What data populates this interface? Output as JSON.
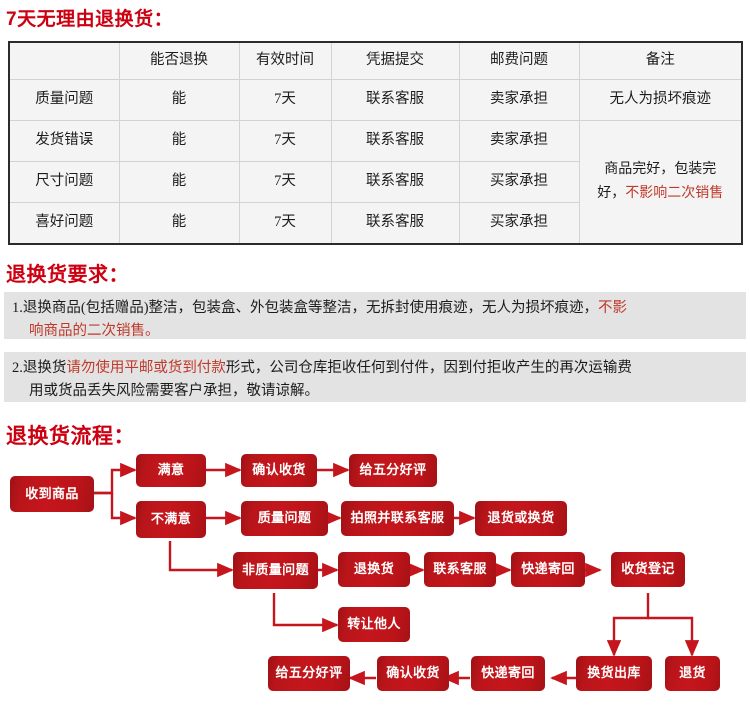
{
  "sections": {
    "policy_title": "7天无理由退换货：",
    "requirements_title": "退换货要求：",
    "flow_title": "退换货流程："
  },
  "policy_table": {
    "headers": [
      "",
      "能否退换",
      "有效时间",
      "凭据提交",
      "邮费问题",
      "备注"
    ],
    "rows": [
      {
        "reason": "质量问题",
        "returnable": "能",
        "valid_time": "7天",
        "proof": "联系客服",
        "shipping_fee": "卖家承担",
        "note": "无人为损坏痕迹"
      },
      {
        "reason": "发货错误",
        "returnable": "能",
        "valid_time": "7天",
        "proof": "联系客服",
        "shipping_fee": "卖家承担"
      },
      {
        "reason": "尺寸问题",
        "returnable": "能",
        "valid_time": "7天",
        "proof": "联系客服",
        "shipping_fee": "买家承担"
      },
      {
        "reason": "喜好问题",
        "returnable": "能",
        "valid_time": "7天",
        "proof": "联系客服",
        "shipping_fee": "买家承担"
      }
    ],
    "merged_note": {
      "black_part": "商品完好，包装完好，",
      "red_part": "不影响二次销售"
    }
  },
  "requirements": [
    {
      "number": "1.",
      "line1_black": "退换商品(包括赠品)整洁，包装盒、外包装盒等整洁，无拆封使用痕迹，无人为损坏痕迹，",
      "line1_red_tail": "不影",
      "line2_red": "响商品的二次销售。"
    },
    {
      "number": "2.",
      "line1_black_a": "退换货",
      "line1_red": "请勿使用平邮或货到付款",
      "line1_black_b": "形式，公司仓库拒收任何到付件，因到付拒收产生的再次运输费",
      "line2_black": "用或货品丢失风险需要客户承担，敬请谅解。"
    }
  ],
  "flow_nodes": [
    {
      "id": "received",
      "label": "收到商品"
    },
    {
      "id": "satisfied",
      "label": "满意"
    },
    {
      "id": "confirm1",
      "label": "确认收货"
    },
    {
      "id": "rate1",
      "label": "给五分好评"
    },
    {
      "id": "unsatisfied",
      "label": "不满意"
    },
    {
      "id": "quality",
      "label": "质量问题"
    },
    {
      "id": "photo",
      "label": "拍照并联系客服"
    },
    {
      "id": "return-or-exchange",
      "label": "退货或换货"
    },
    {
      "id": "non-quality",
      "label": "非质量问题"
    },
    {
      "id": "exchange",
      "label": "退换货"
    },
    {
      "id": "contact",
      "label": "联系客服"
    },
    {
      "id": "ship-back-1",
      "label": "快递寄回"
    },
    {
      "id": "register",
      "label": "收货登记"
    },
    {
      "id": "transfer",
      "label": "转让他人"
    },
    {
      "id": "exchange-out",
      "label": "换货出库"
    },
    {
      "id": "refund",
      "label": "退货"
    },
    {
      "id": "ship-back-2",
      "label": "快递寄回"
    },
    {
      "id": "confirm2",
      "label": "确认收货"
    },
    {
      "id": "rate2",
      "label": "给五分好评"
    }
  ],
  "colors": {
    "heading_red": "#cc0011",
    "node_red": "#c4161c",
    "arrow_red": "#c4161c",
    "accent_red_text": "#c0392b",
    "table_border": "#2b2b2b",
    "table_bg": "#f4f4f4",
    "req_bg": "#e3e3e3"
  }
}
